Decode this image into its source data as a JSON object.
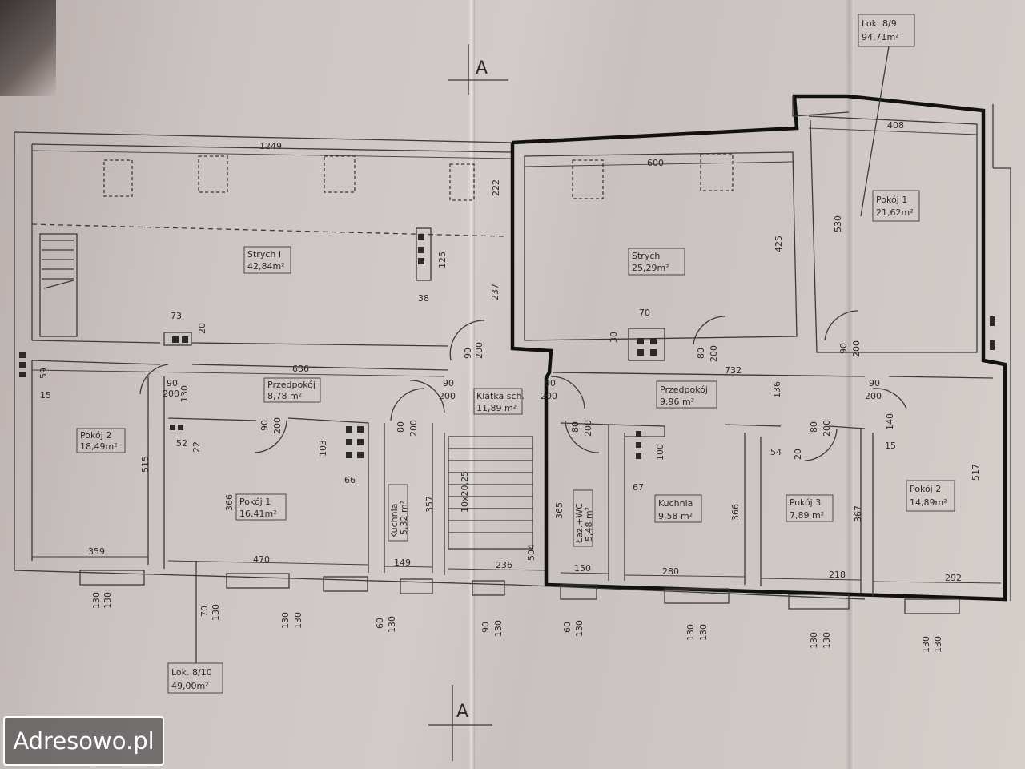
{
  "watermark": "Adresowo.pl",
  "section_marks": {
    "top": "A",
    "bottom": "A"
  },
  "units": {
    "lok89_name": "Lok. 8/9",
    "lok89_area": "94,71m²",
    "lok810_name": "Lok. 8/10",
    "lok810_area": "49,00m²"
  },
  "rooms": {
    "strych1_name": "Strych I",
    "strych1_area": "42,84m²",
    "strych_name": "Strych",
    "strych_area": "25,29m²",
    "pokoj1_right_name": "Pokój 1",
    "pokoj1_right_area": "21,62m²",
    "przedpokoj_left_name": "Przedpokój",
    "przedpokoj_left_area": "8,78 m²",
    "przedpokoj_right_name": "Przedpokój",
    "przedpokoj_right_area": "9,96 m²",
    "klatka_name": "Klatka sch.",
    "klatka_area": "11,89 m²",
    "pokoj2_left_name": "Pokój 2",
    "pokoj2_left_area": "18,49m²",
    "pokoj1_left_name": "Pokój 1",
    "pokoj1_left_area": "16,41m²",
    "kuchnia_left_name": "Kuchnia",
    "kuchnia_left_area": "5,32 m²",
    "lazienka_name": "Łaz.+WC",
    "lazienka_area": "5,48 m²",
    "kuchnia_right_name": "Kuchnia",
    "kuchnia_right_area": "9,58 m²",
    "pokoj3_name": "Pokój 3",
    "pokoj3_area": "7,89 m²",
    "pokoj2_right_name": "Pokój 2",
    "pokoj2_right_area": "14,89m²"
  },
  "dimensions": {
    "d1249": "1249",
    "d600": "600",
    "d408": "408",
    "d222": "222",
    "d425": "425",
    "d530": "530",
    "d125": "125",
    "d38": "38",
    "d237": "237",
    "d73": "73",
    "d20": "20",
    "d70": "70",
    "d30": "30",
    "d636": "636",
    "d732": "732",
    "d59": "59",
    "d15a": "15",
    "d90a": "90",
    "d200a": "200",
    "d130": "130",
    "d90b": "90",
    "d200b": "200",
    "d90c": "90",
    "d200c": "200",
    "d80a": "80",
    "d200d": "200",
    "d90d": "90",
    "d200e": "200",
    "d90e": "90",
    "d200f": "200",
    "d136": "136",
    "d80b": "80",
    "d200g": "200",
    "d80c": "80",
    "d200h": "200",
    "d80d": "80",
    "d200i": "200",
    "d140": "140",
    "d15b": "15",
    "d52": "52",
    "d22": "22",
    "d103": "103",
    "d66": "66",
    "d515": "515",
    "d366a": "366",
    "d357": "357",
    "d10x": "10x20,25",
    "d365": "365",
    "d100": "100",
    "d67": "67",
    "d366b": "366",
    "d54": "54",
    "d20b": "20",
    "d367": "367",
    "d517": "517",
    "d504": "504",
    "d359": "359",
    "d470": "470",
    "d149": "149",
    "d236": "236",
    "d150": "150",
    "d280": "280",
    "d218": "218",
    "d292": "292",
    "w1": "130",
    "w1b": "130",
    "w2": "70",
    "w2b": "130",
    "w3": "130",
    "w3b": "130",
    "w4": "60",
    "w4b": "130",
    "w5": "90",
    "w5b": "130",
    "w6": "60",
    "w6b": "130",
    "w7": "130",
    "w7b": "130",
    "w8": "130",
    "w8b": "130",
    "w9": "130",
    "w9b": "130"
  }
}
